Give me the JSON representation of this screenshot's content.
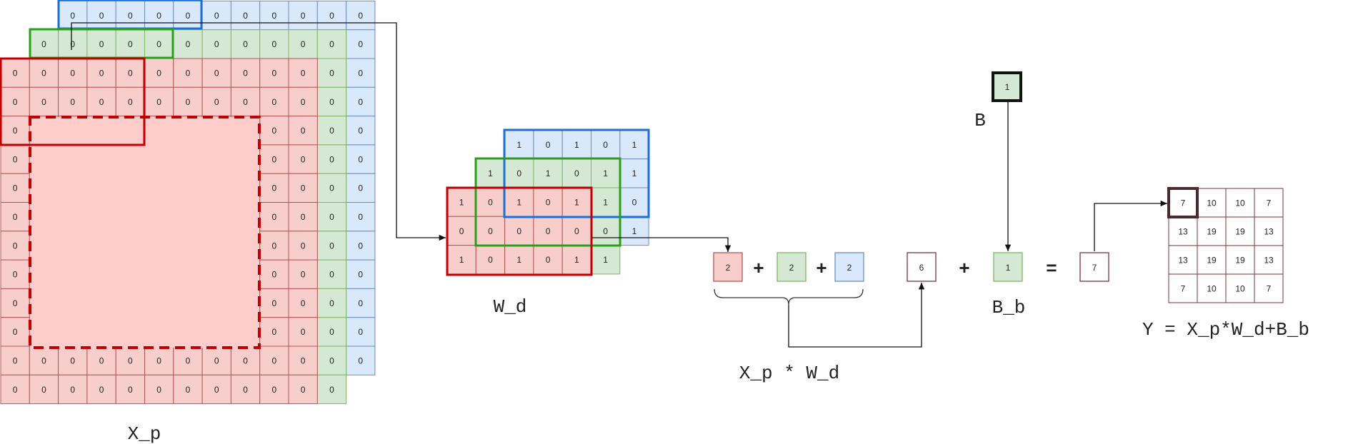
{
  "colors": {
    "red_fill": "#f8cecc",
    "red_stroke": "#b85450",
    "red_accent": "#c00000",
    "green_fill": "#d5e8d4",
    "green_stroke": "#82b366",
    "green_accent": "#2d9d1e",
    "blue_fill": "#dae8fc",
    "blue_stroke": "#6c8ebf",
    "blue_accent": "#1c6fd4",
    "white_stroke": "#7a3535",
    "highlight_border": "#4a2a2a",
    "text": "#222222"
  },
  "x_p": {
    "label": "X_p",
    "red_layer": [
      [
        "0",
        "0",
        "0",
        "0",
        "0",
        "0",
        "0",
        "0",
        "0",
        "0",
        "0"
      ],
      [
        "0",
        "0",
        "0",
        "0",
        "0",
        "0",
        "0",
        "0",
        "0",
        "0",
        "0"
      ],
      [
        "0",
        "",
        "",
        "",
        "",
        "",
        "",
        "",
        "",
        "0",
        "0"
      ],
      [
        "0",
        "",
        "",
        "",
        "",
        "",
        "",
        "",
        "",
        "0",
        "0"
      ],
      [
        "0",
        "",
        "",
        "",
        "",
        "",
        "",
        "",
        "",
        "0",
        "0"
      ],
      [
        "0",
        "",
        "",
        "",
        "",
        "",
        "",
        "",
        "",
        "0",
        "0"
      ],
      [
        "0",
        "",
        "",
        "",
        "",
        "",
        "",
        "",
        "",
        "0",
        "0"
      ],
      [
        "0",
        "",
        "",
        "",
        "",
        "",
        "",
        "",
        "",
        "0",
        "0"
      ],
      [
        "0",
        "",
        "",
        "",
        "",
        "",
        "",
        "",
        "",
        "0",
        "0"
      ],
      [
        "0",
        "",
        "",
        "",
        "",
        "",
        "",
        "",
        "",
        "0",
        "0"
      ],
      [
        "0",
        "0",
        "0",
        "0",
        "0",
        "0",
        "0",
        "0",
        "0",
        "0",
        "0"
      ],
      [
        "0",
        "0",
        "0",
        "0",
        "0",
        "0",
        "0",
        "0",
        "0",
        "0",
        "0"
      ]
    ],
    "green_top_row": [
      "0",
      "0",
      "0",
      "0",
      "0",
      "0",
      "0",
      "0",
      "0",
      "0",
      "0"
    ],
    "green_right_col": [
      "0",
      "0",
      "0",
      "0",
      "0",
      "0",
      "0",
      "0",
      "0",
      "0",
      "0",
      "0"
    ],
    "blue_top_row": [
      "0",
      "0",
      "0",
      "0",
      "0",
      "0",
      "0",
      "0",
      "0",
      "0",
      "0"
    ],
    "blue_right_col": [
      "0",
      "0",
      "0",
      "0",
      "0",
      "0",
      "0",
      "0",
      "0",
      "0",
      "0",
      "0"
    ]
  },
  "w_d": {
    "label": "W_d",
    "red_layer": [
      [
        "1",
        "0",
        "1",
        "0",
        "1"
      ],
      [
        "0",
        "0",
        "0",
        "0",
        "0"
      ],
      [
        "1",
        "0",
        "1",
        "0",
        "1"
      ]
    ],
    "green_top_row": [
      "1",
      "0",
      "1",
      "0",
      "1"
    ],
    "green_right_col": [
      "1",
      "0",
      "1"
    ],
    "blue_top_row": [
      "1",
      "0",
      "1",
      "0",
      "1"
    ],
    "blue_right_col": [
      "1",
      "0",
      "1"
    ]
  },
  "sum": {
    "red_value": "2",
    "green_value": "2",
    "blue_value": "2",
    "plus_1": "+",
    "plus_2": "+",
    "label": "X_p * W_d",
    "result": "6"
  },
  "bias": {
    "value": "1",
    "label": "B",
    "applied_value": "1",
    "applied_label": "B_b",
    "plus": "+",
    "equals": "=",
    "result": "7"
  },
  "y": {
    "label": "Y = X_p*W_d+B_b",
    "matrix": [
      [
        "7",
        "10",
        "10",
        "7"
      ],
      [
        "13",
        "19",
        "19",
        "13"
      ],
      [
        "13",
        "19",
        "19",
        "13"
      ],
      [
        "7",
        "10",
        "10",
        "7"
      ]
    ]
  }
}
